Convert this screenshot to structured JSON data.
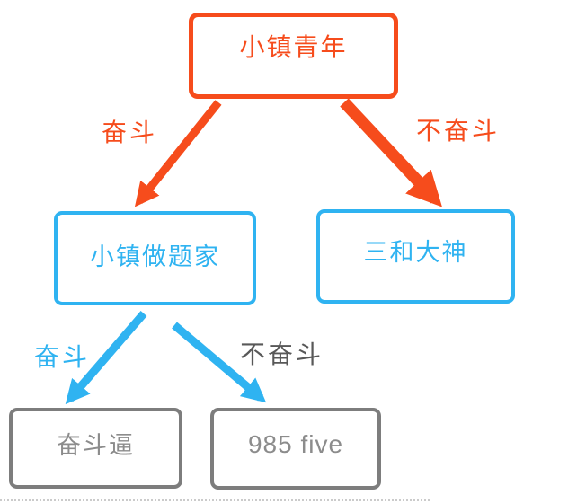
{
  "diagram": {
    "colors": {
      "background": "#FFFFFF",
      "red": "#F64C1C",
      "blue": "#2FB3F1",
      "gray_border": "#7D7D7D",
      "gray_text": "#8C8C8C",
      "dark_label": "#585858",
      "dotted_line": "#CBCBCB"
    },
    "nodes": [
      {
        "id": "small-town-youth",
        "label": "小镇青年",
        "color": "red"
      },
      {
        "id": "small-town-exam-taker",
        "label": "小镇做题家",
        "color": "blue"
      },
      {
        "id": "sanhe-god",
        "label": "三和大神",
        "color": "blue"
      },
      {
        "id": "fendoubi",
        "label": "奋斗逼",
        "color": "gray"
      },
      {
        "id": "985-five",
        "label": "985 five",
        "color": "gray"
      }
    ],
    "edges": [
      {
        "from": "小镇青年",
        "to": "小镇做题家",
        "label": "奋斗",
        "color": "red"
      },
      {
        "from": "小镇青年",
        "to": "三和大神",
        "label": "不奋斗",
        "color": "red"
      },
      {
        "from": "小镇做题家",
        "to": "奋斗逼",
        "label": "奋斗",
        "color": "blue"
      },
      {
        "from": "小镇做题家",
        "to": "985 five",
        "label": "不奋斗",
        "color": "blue"
      }
    ]
  }
}
